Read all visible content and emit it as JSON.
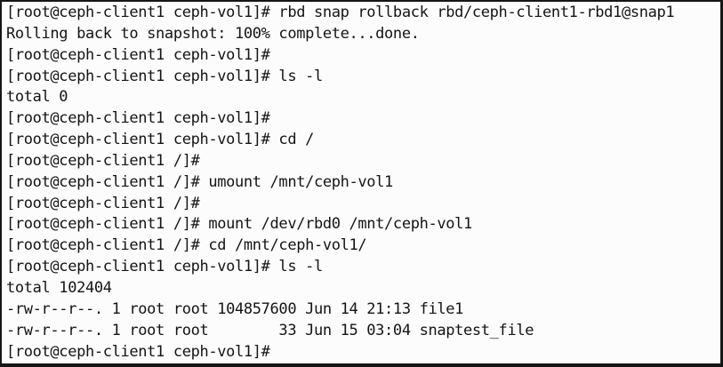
{
  "terminal": {
    "host": "ceph-client1",
    "colors": {
      "background": "#fcfcfc",
      "text": "#141414",
      "border": "#161616"
    },
    "lines": [
      "[root@ceph-client1 ceph-vol1]# rbd snap rollback rbd/ceph-client1-rbd1@snap1",
      "Rolling back to snapshot: 100% complete...done.",
      "[root@ceph-client1 ceph-vol1]#",
      "[root@ceph-client1 ceph-vol1]# ls -l",
      "total 0",
      "[root@ceph-client1 ceph-vol1]#",
      "[root@ceph-client1 ceph-vol1]# cd /",
      "[root@ceph-client1 /]#",
      "[root@ceph-client1 /]# umount /mnt/ceph-vol1",
      "[root@ceph-client1 /]#",
      "[root@ceph-client1 /]# mount /dev/rbd0 /mnt/ceph-vol1",
      "[root@ceph-client1 /]# cd /mnt/ceph-vol1/",
      "[root@ceph-client1 ceph-vol1]# ls -l",
      "total 102404",
      "-rw-r--r--. 1 root root 104857600 Jun 14 21:13 file1",
      "-rw-r--r--. 1 root root        33 Jun 15 03:04 snaptest_file",
      "[root@ceph-client1 ceph-vol1]#"
    ]
  }
}
